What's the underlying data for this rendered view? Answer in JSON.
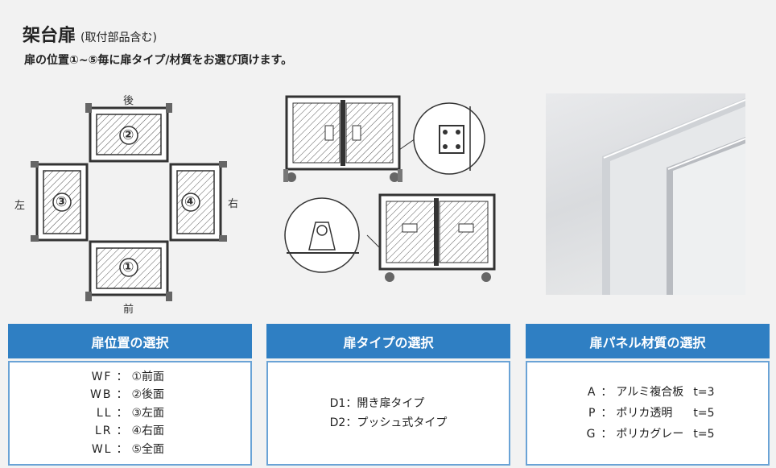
{
  "header": {
    "title": "架台扉",
    "title_note": "(取付部品含む)",
    "subtitle": "扉の位置①~⑤毎に扉タイプ/材質をお選び頂けます。"
  },
  "layout_figure": {
    "directions": {
      "back": "後",
      "front": "前",
      "left": "左",
      "right": "右"
    },
    "door_numbers": {
      "back": "②",
      "front": "①",
      "left": "③",
      "right": "④"
    }
  },
  "panels": {
    "position": {
      "heading": "扉位置の選択",
      "options": [
        {
          "code": "WF",
          "sep": "：",
          "label": "①前面"
        },
        {
          "code": "WB",
          "sep": "：",
          "label": "②後面"
        },
        {
          "code": "LL",
          "sep": "：",
          "label": "③左面"
        },
        {
          "code": "LR",
          "sep": "：",
          "label": "④右面"
        },
        {
          "code": "WL",
          "sep": "：",
          "label": "⑤全面"
        }
      ]
    },
    "type": {
      "heading": "扉タイプの選択",
      "options": [
        {
          "text": "D1：開き扉タイプ"
        },
        {
          "text": "D2：プッシュ式タイプ"
        }
      ]
    },
    "material": {
      "heading": "扉パネル材質の選択",
      "options": [
        {
          "code": "A",
          "sep": "：",
          "label": "アルミ複合板",
          "thickness": "t=3"
        },
        {
          "code": "P",
          "sep": "：",
          "label": "ポリカ透明",
          "thickness": "t=5"
        },
        {
          "code": "G",
          "sep": "：",
          "label": "ポリカグレー",
          "thickness": "t=5"
        }
      ]
    }
  }
}
